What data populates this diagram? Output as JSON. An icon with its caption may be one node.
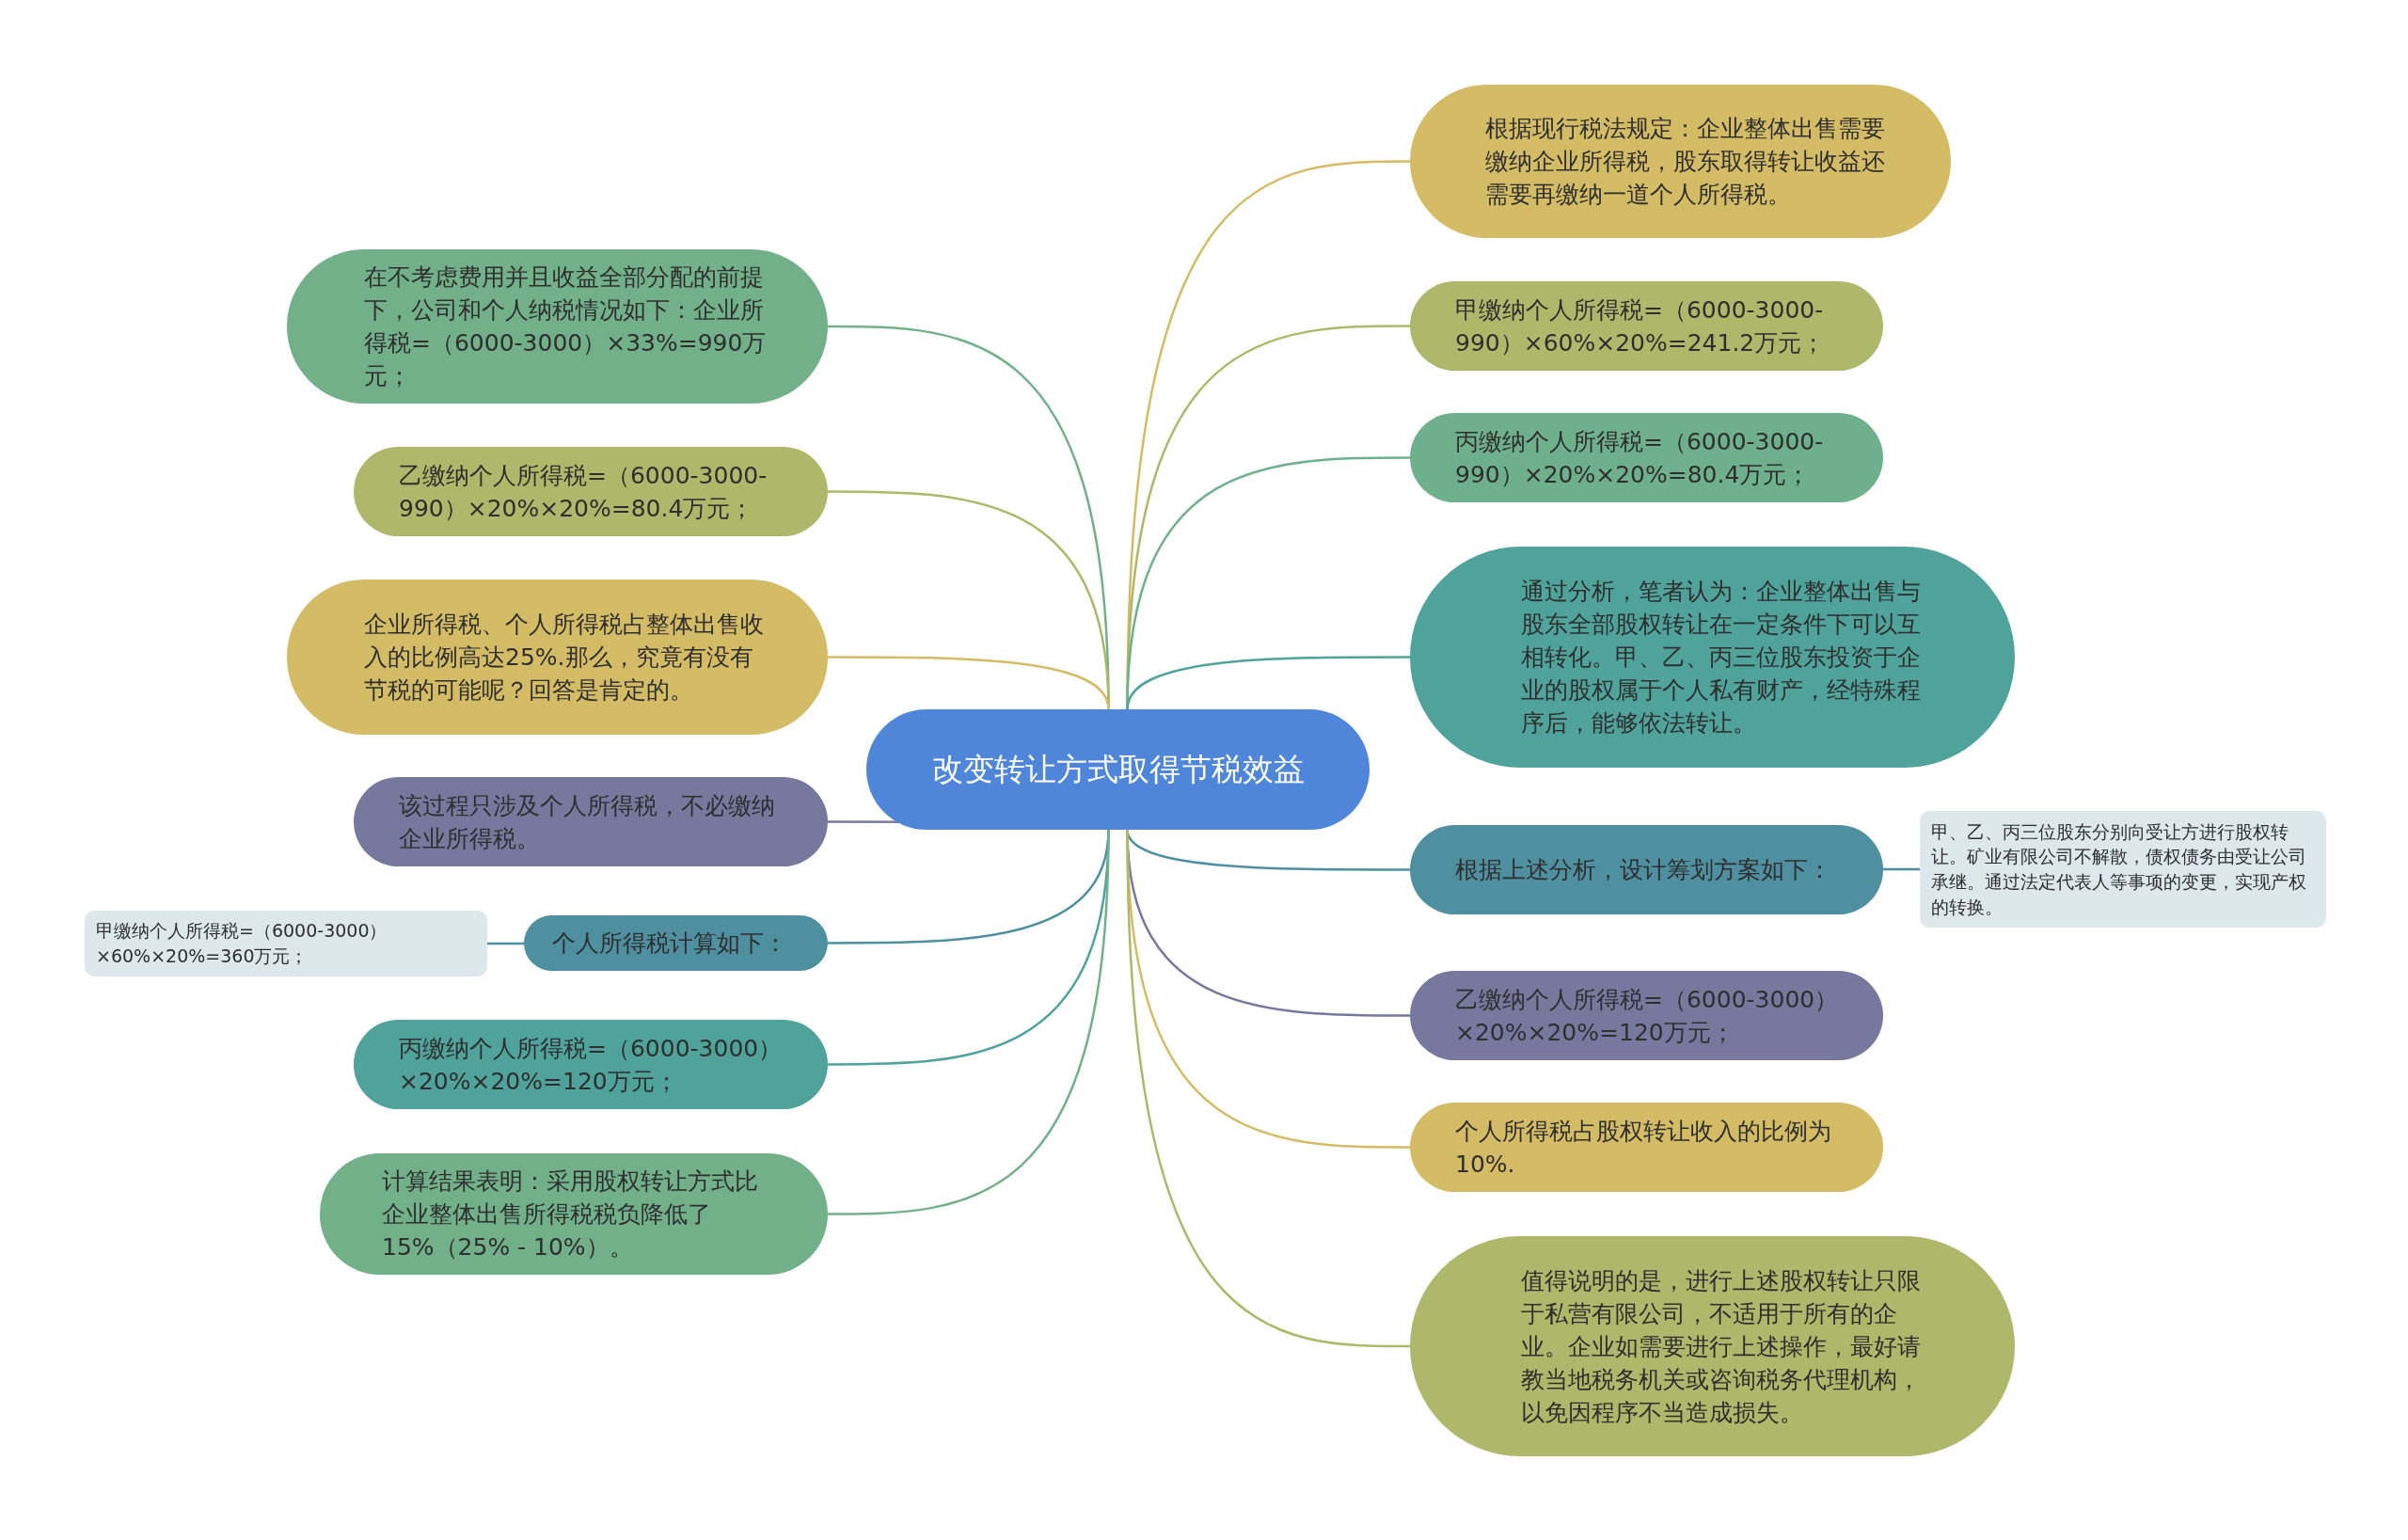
{
  "diagram": {
    "nodes": [
      {
        "text": [
          "改变转让方式取得节税效益"
        ]
      },
      {
        "text": [
          "根据现行税法规定：企业整体出售需要缴纳企业所得税，股东取得转让收益还需要再缴纳一道个人所得税。"
        ]
      },
      {
        "text": [
          "甲缴纳个人所得税=（6000-3000-990）×60%×20%=241.2万元；"
        ]
      },
      {
        "text": [
          "丙缴纳个人所得税=（6000-3000-990）×20%×20%=80.4万元；"
        ]
      },
      {
        "text": [
          "通过分析，笔者认为：企业整体出售与股东全部股权转让在一定条件下可以互相转化。甲、乙、丙三位股东投资于企业的股权属于个人私有财产，经特殊程序后，能够依法转让。"
        ]
      },
      {
        "text": [
          "根据上述分析，设计筹划方案如下："
        ]
      },
      {
        "text": [
          "甲、乙、丙三位股东分别向受让方进行股权转让。矿业有限公司不解散，债权债务由受让公司承继。通过法定代表人等事项的变更，实现产权的转换。"
        ]
      },
      {
        "text": [
          "乙缴纳个人所得税=（6000-3000）×20%×20%=120万元；"
        ]
      },
      {
        "text": [
          "个人所得税占股权转让收入的比例为10%."
        ]
      },
      {
        "text": [
          "值得说明的是，进行上述股权转让只限于私营有限公司，不适用于所有的企业。企业如需要进行上述操作，最好请教当地税务机关或咨询税务代理机构，以免因程序不当造成损失。"
        ]
      },
      {
        "text": [
          "在不考虑费用并且收益全部分配的前提下，公司和个人纳税情况如下：企业所得税=（6000-3000）×33%=990万元；"
        ]
      },
      {
        "text": [
          "乙缴纳个人所得税=（6000-3000-990）×20%×20%=80.4万元；"
        ]
      },
      {
        "text": [
          "企业所得税、个人所得税占整体出售收入的比例高达25%.那么，究竟有没有节税的可能呢？回答是肯定的。"
        ]
      },
      {
        "text": [
          "该过程只涉及个人所得税，不必缴纳企业所得税。"
        ]
      },
      {
        "text": [
          "个人所得税计算如下："
        ]
      },
      {
        "text": [
          "甲缴纳个人所得税=（6000-3000）×60%×20%=360万元；"
        ]
      },
      {
        "text": [
          "丙缴纳个人所得税=（6000-3000）×20%×20%=120万元；"
        ]
      },
      {
        "text": [
          "计算结果表明：采用股权转让方式比企业整体出售所得税税负降低了15%（25% - 10%）。"
        ]
      }
    ],
    "edges": [
      {
        "from": 0,
        "to": 1,
        "arrow": "none",
        "color": "#d4bb66"
      },
      {
        "from": 0,
        "to": 2,
        "arrow": "none",
        "color": "#adb86a"
      },
      {
        "from": 0,
        "to": 3,
        "arrow": "none",
        "color": "#6fb08c"
      },
      {
        "from": 0,
        "to": 4,
        "arrow": "none",
        "color": "#4fa39a"
      },
      {
        "from": 0,
        "to": 5,
        "arrow": "none",
        "color": "#4e8fa0"
      },
      {
        "from": 5,
        "to": 6,
        "arrow": "none",
        "color": "#4e8fa0"
      },
      {
        "from": 0,
        "to": 7,
        "arrow": "none",
        "color": "#77789e"
      },
      {
        "from": 0,
        "to": 8,
        "arrow": "none",
        "color": "#d4bb66"
      },
      {
        "from": 0,
        "to": 9,
        "arrow": "none",
        "color": "#adb86a"
      },
      {
        "from": 0,
        "to": 10,
        "arrow": "none",
        "color": "#72b08a"
      },
      {
        "from": 0,
        "to": 11,
        "arrow": "none",
        "color": "#adb86a"
      },
      {
        "from": 0,
        "to": 12,
        "arrow": "none",
        "color": "#d4bb66"
      },
      {
        "from": 0,
        "to": 13,
        "arrow": "none",
        "color": "#77789e"
      },
      {
        "from": 0,
        "to": 14,
        "arrow": "none",
        "color": "#4e8fa0"
      },
      {
        "from": 14,
        "to": 15,
        "arrow": "none",
        "color": "#4e8fa0"
      },
      {
        "from": 0,
        "to": 16,
        "arrow": "none",
        "color": "#4fa39a"
      },
      {
        "from": 0,
        "to": 17,
        "arrow": "none",
        "color": "#72b08a"
      }
    ]
  }
}
